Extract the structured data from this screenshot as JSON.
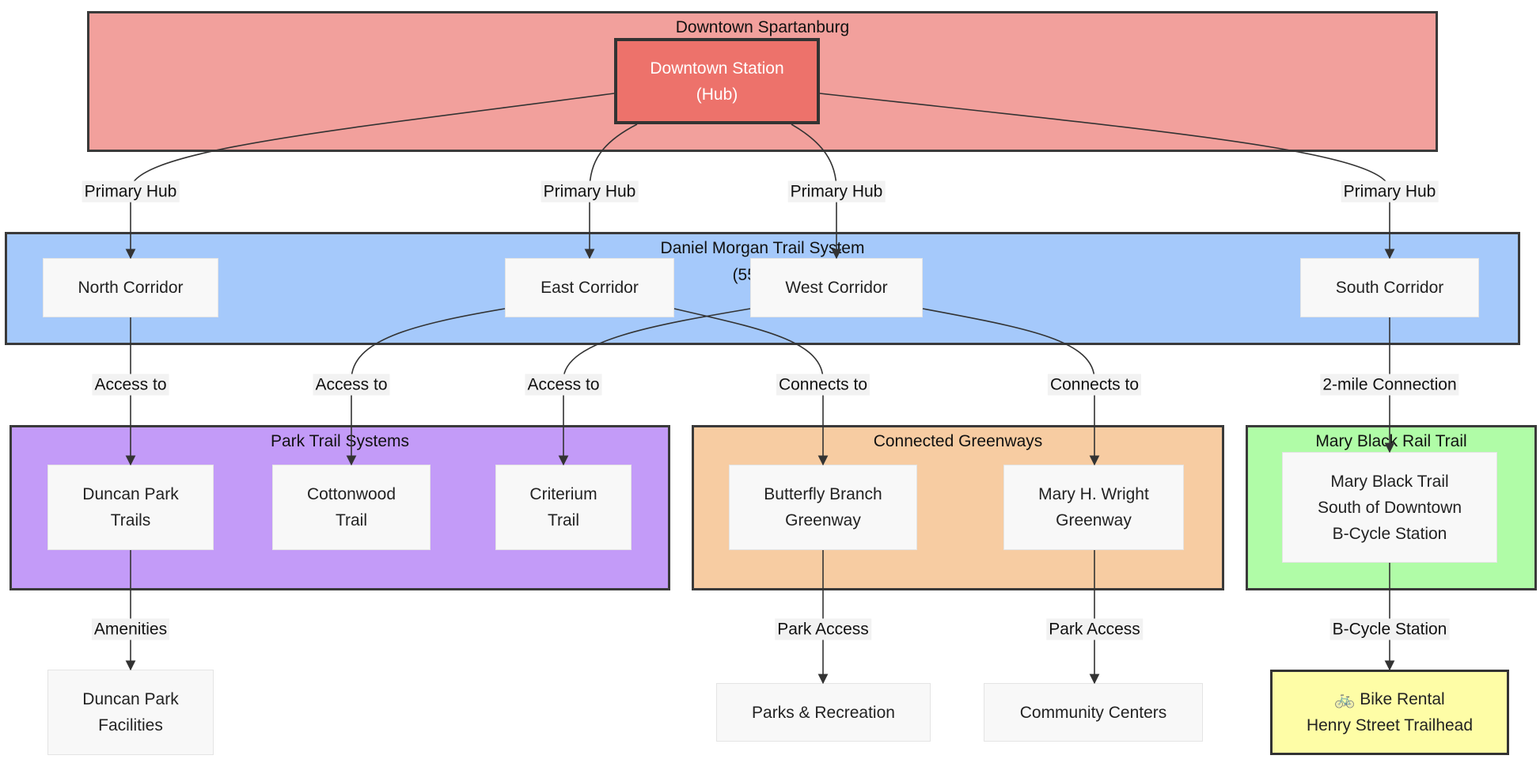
{
  "colors": {
    "downtown_bg": "#f2a09c",
    "hub_fill": "#ed726b",
    "trail_bg": "#a5c9fb",
    "park_bg": "#c39bf8",
    "greenway_bg": "#f7cca2",
    "rail_bg": "#b0fca7",
    "rental_fill": "#fefda6"
  },
  "clusters": {
    "downtown": "Downtown Spartanburg",
    "trail": {
      "title": "Daniel Morgan Trail System",
      "subtitle": "(55-mile"
    },
    "parks": "Park Trail Systems",
    "greenways": "Connected Greenways",
    "rail": "Mary Black Rail Trail"
  },
  "nodes": {
    "hub": [
      "Downtown Station",
      "(Hub)"
    ],
    "north": [
      "North Corridor"
    ],
    "east": [
      "East Corridor"
    ],
    "west": [
      "West Corridor"
    ],
    "south": [
      "South Corridor"
    ],
    "duncan": [
      "Duncan Park",
      "Trails"
    ],
    "cottonwood": [
      "Cottonwood",
      "Trail"
    ],
    "criterium": [
      "Criterium",
      "Trail"
    ],
    "butterfly": [
      "Butterfly Branch",
      "Greenway"
    ],
    "wright": [
      "Mary H. Wright",
      "Greenway"
    ],
    "maryblack": [
      "Mary Black Trail",
      "South of Downtown",
      "B-Cycle Station"
    ],
    "duncan_fac": [
      "Duncan Park",
      "Facilities"
    ],
    "parks_rec": [
      "Parks & Recreation"
    ],
    "community": [
      "Community Centers"
    ],
    "rental": [
      "🚲 Bike Rental",
      "Henry Street Trailhead"
    ]
  },
  "edge_labels": {
    "hub_north": "Primary Hub",
    "hub_east": "Primary Hub",
    "hub_west": "Primary Hub",
    "hub_south": "Primary Hub",
    "north_duncan": "Access to",
    "east_cottonwood": "Access to",
    "west_criterium": "Access to",
    "east_butterfly": "Connects to",
    "west_wright": "Connects to",
    "south_maryblack": "2-mile Connection",
    "duncan_fac": "Amenities",
    "butterfly_parks": "Park Access",
    "wright_community": "Park Access",
    "maryblack_rental": "B-Cycle Station"
  }
}
